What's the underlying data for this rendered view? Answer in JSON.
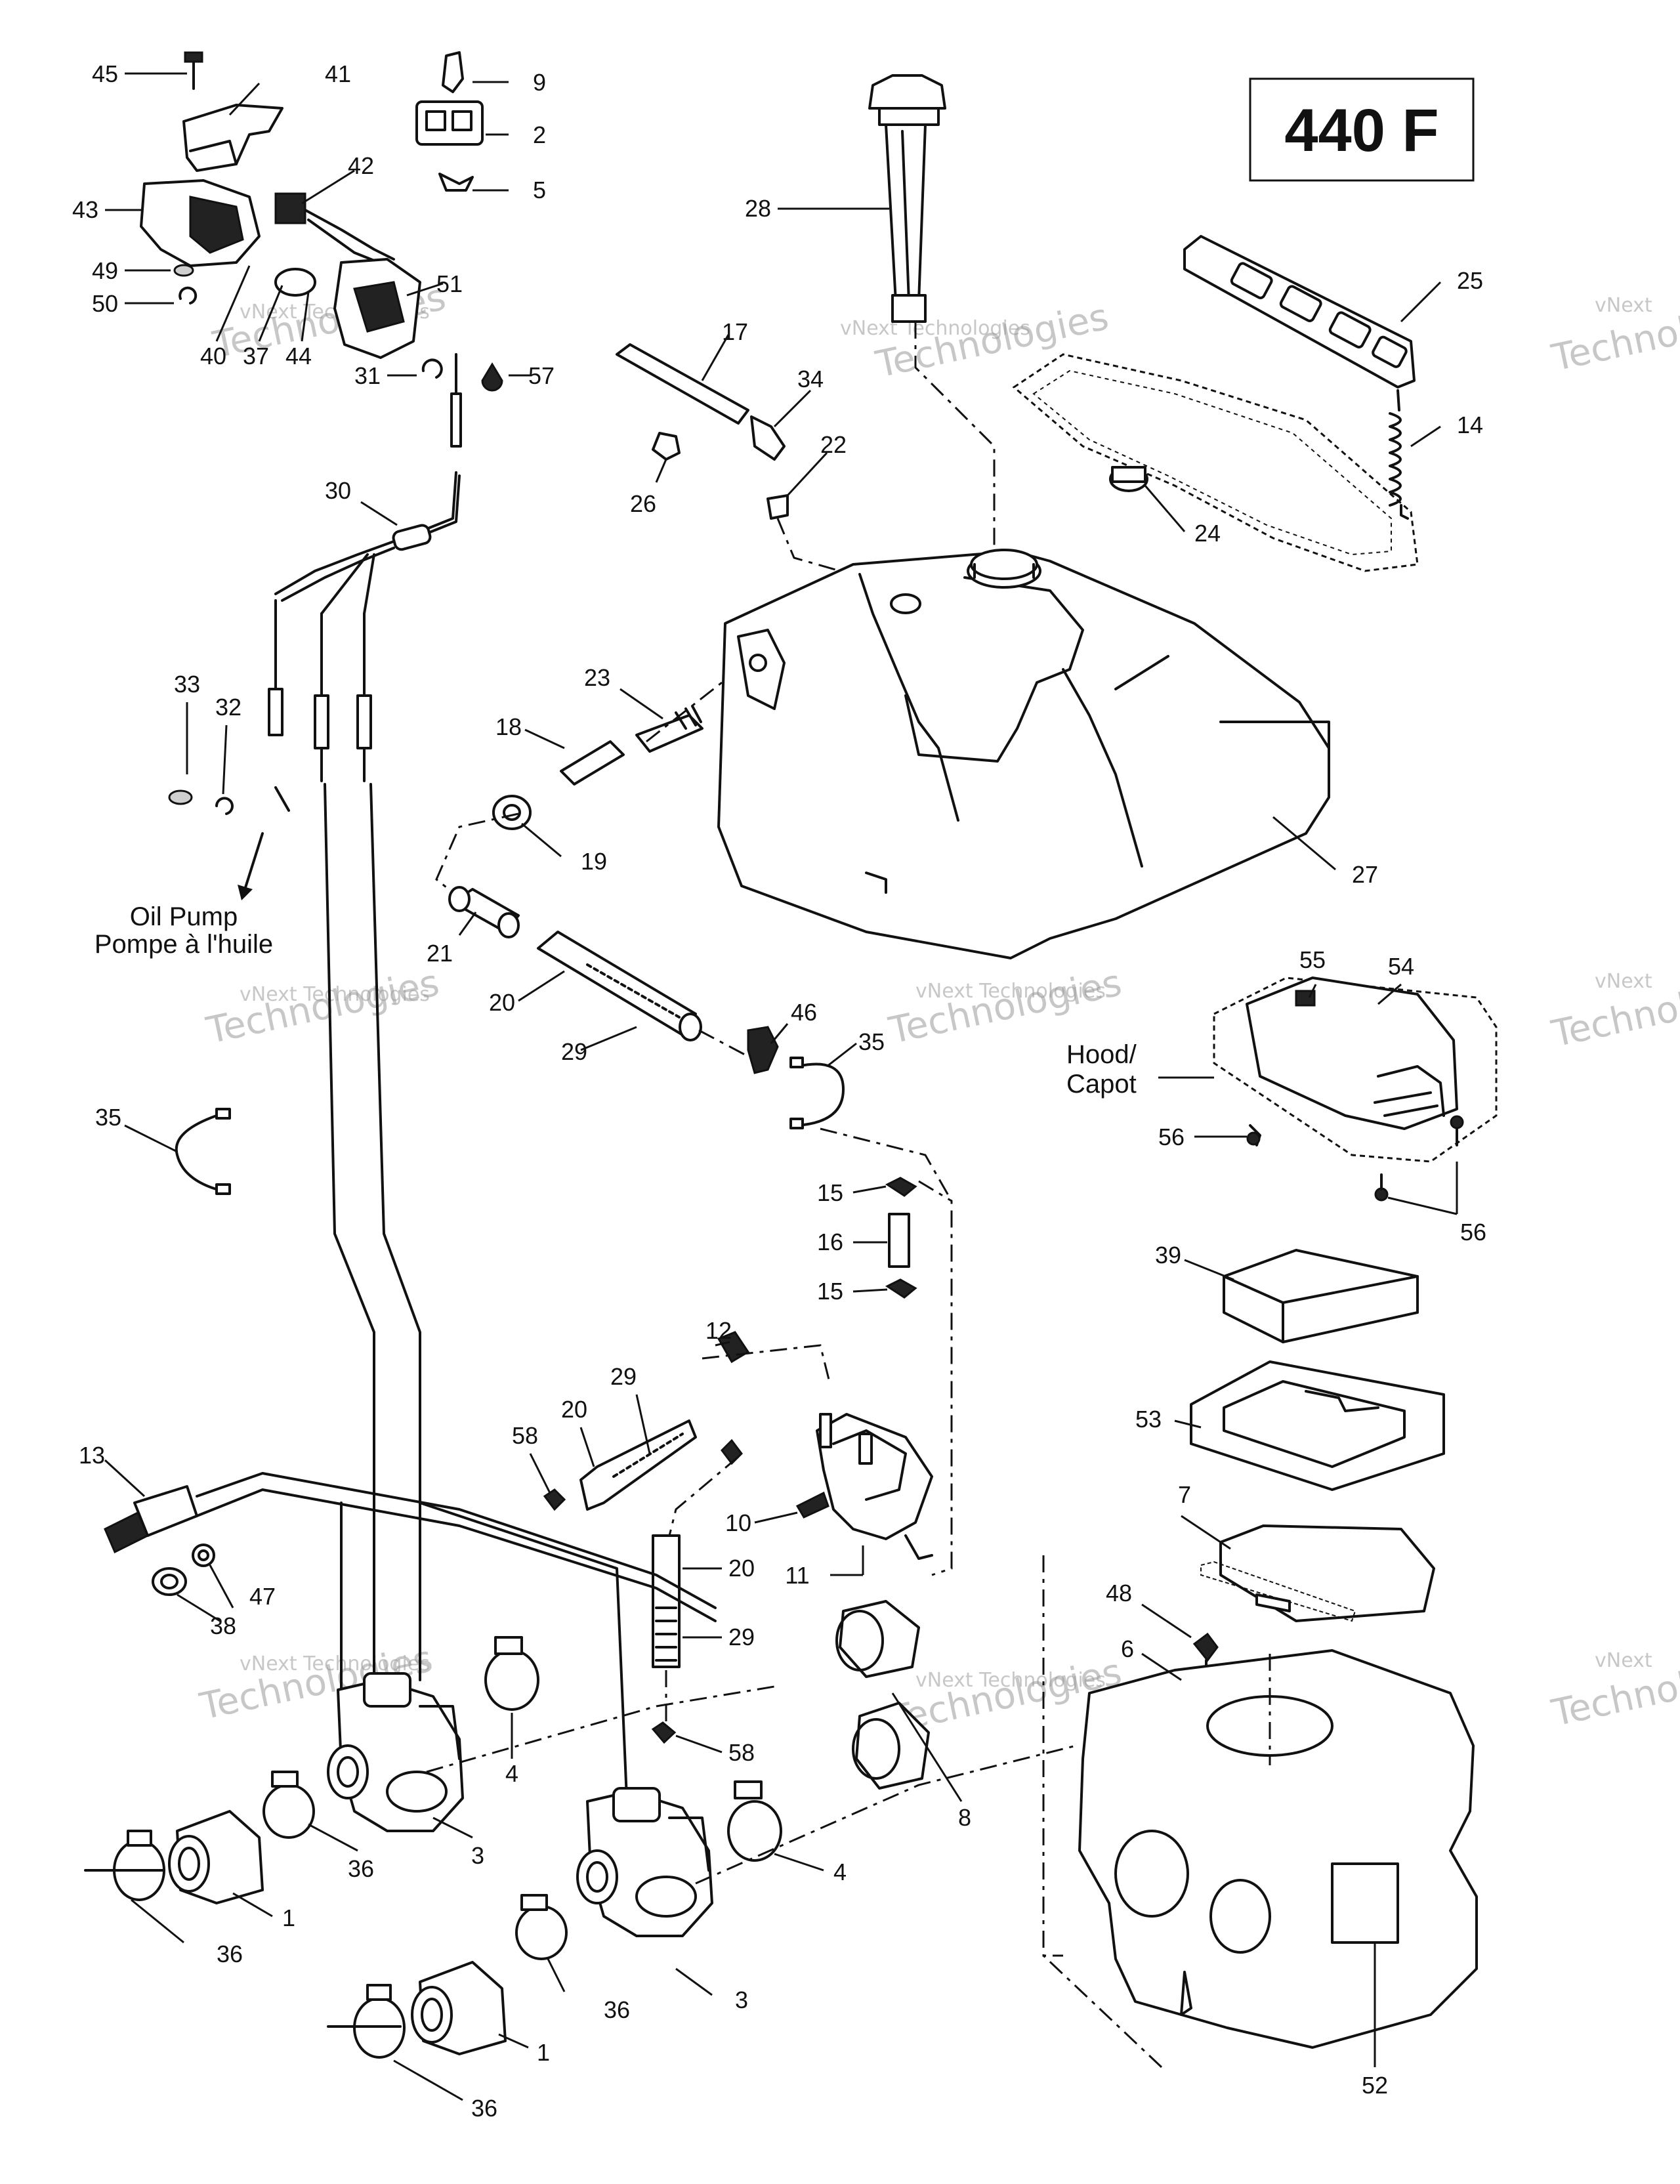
{
  "model_badge": "440 F",
  "notes": {
    "oil_pump_en": "Oil Pump",
    "oil_pump_fr": "Pompe à l'huile",
    "hood_en": "Hood/",
    "hood_fr": "Capot"
  },
  "watermark": {
    "line1": "vNext Technologies",
    "line2": "Technologies",
    "line3": "vNext"
  },
  "callouts": {
    "c45": "45",
    "c41": "41",
    "c9": "9",
    "c2": "2",
    "c5": "5",
    "c43": "43",
    "c42": "42",
    "c49": "49",
    "c50": "50",
    "c51": "51",
    "c40": "40",
    "c37": "37",
    "c44": "44",
    "c31": "31",
    "c57": "57",
    "c28": "28",
    "c25": "25",
    "c14": "14",
    "c17": "17",
    "c34": "34",
    "c22": "22",
    "c26": "26",
    "c24": "24",
    "c30": "30",
    "c23": "23",
    "c18": "18",
    "c33": "33",
    "c32": "32",
    "c19": "19",
    "c27": "27",
    "c21": "21",
    "c20a": "20",
    "c29a": "29",
    "c46": "46",
    "c35a": "35",
    "c35b": "35",
    "c55": "55",
    "c54": "54",
    "c56a": "56",
    "c56b": "56",
    "c15a": "15",
    "c16": "16",
    "c15b": "15",
    "c39": "39",
    "c12": "12",
    "c29b": "29",
    "c20b": "20",
    "c58a": "58",
    "c53": "53",
    "c13": "13",
    "c10": "10",
    "c11": "11",
    "c7": "7",
    "c20c": "20",
    "c48": "48",
    "c47": "47",
    "c38": "38",
    "c29c": "29",
    "c6": "6",
    "c4a": "4",
    "c58b": "58",
    "c8": "8",
    "c36a": "36",
    "c3a": "3",
    "c4b": "4",
    "c1a": "1",
    "c36b": "36",
    "c36c": "36",
    "c3b": "3",
    "c1b": "1",
    "c36d": "36",
    "c52": "52"
  }
}
